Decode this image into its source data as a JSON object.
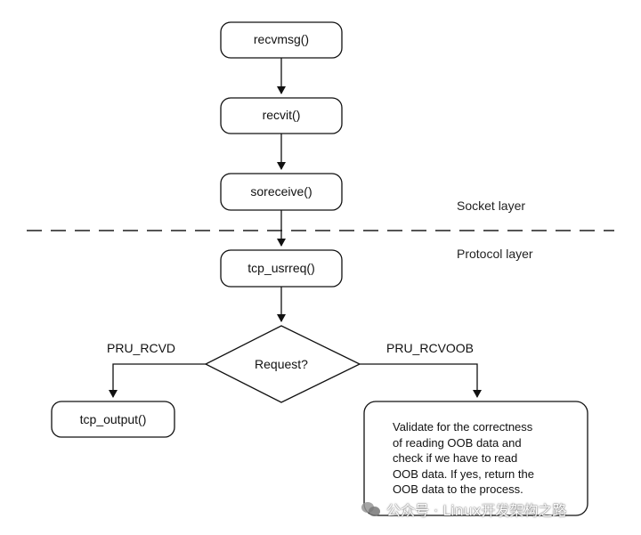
{
  "nodes": {
    "recvmsg": "recvmsg()",
    "recvit": "recvit()",
    "soreceive": "soreceive()",
    "tcp_usrreq": "tcp_usrreq()",
    "decision": "Request?",
    "tcp_output": "tcp_output()",
    "validate_lines": [
      "Validate for the correctness",
      "of reading OOB data and",
      "check if we have to read",
      "OOB data. If yes, return the",
      "OOB data to the process."
    ]
  },
  "layers": {
    "socket": "Socket layer",
    "protocol": "Protocol layer"
  },
  "branches": {
    "left": "PRU_RCVD",
    "right": "PRU_RCVOOB"
  },
  "watermark": {
    "text": "公众号 · Linux开发架构之路",
    "icon": "wechat-icon"
  },
  "colors": {
    "stroke": "#111111",
    "dashed_line": "#555555",
    "background": "#ffffff"
  }
}
